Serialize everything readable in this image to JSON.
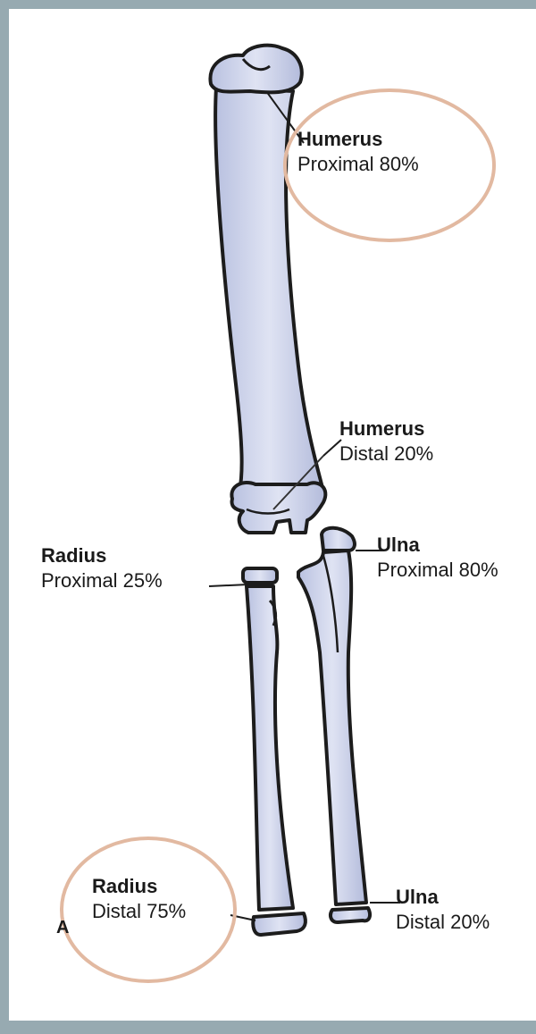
{
  "labels": {
    "humerus_proximal": {
      "bone": "Humerus",
      "value": "Proximal 80%"
    },
    "humerus_distal": {
      "bone": "Humerus",
      "value": "Distal 20%"
    },
    "radius_proximal": {
      "bone": "Radius",
      "value": "Proximal 25%"
    },
    "ulna_proximal": {
      "bone": "Ulna",
      "value": "Proximal 80%"
    },
    "radius_distal": {
      "bone": "Radius",
      "value": "Distal 75%"
    },
    "ulna_distal": {
      "bone": "Ulna",
      "value": "Distal 20%"
    }
  },
  "panel_letter": "A",
  "colors": {
    "bone_fill": "#c9d0e8",
    "bone_outline": "#1c1c1c",
    "highlight_ring": "#e2b9a1",
    "background_frame": "#97aab1"
  }
}
